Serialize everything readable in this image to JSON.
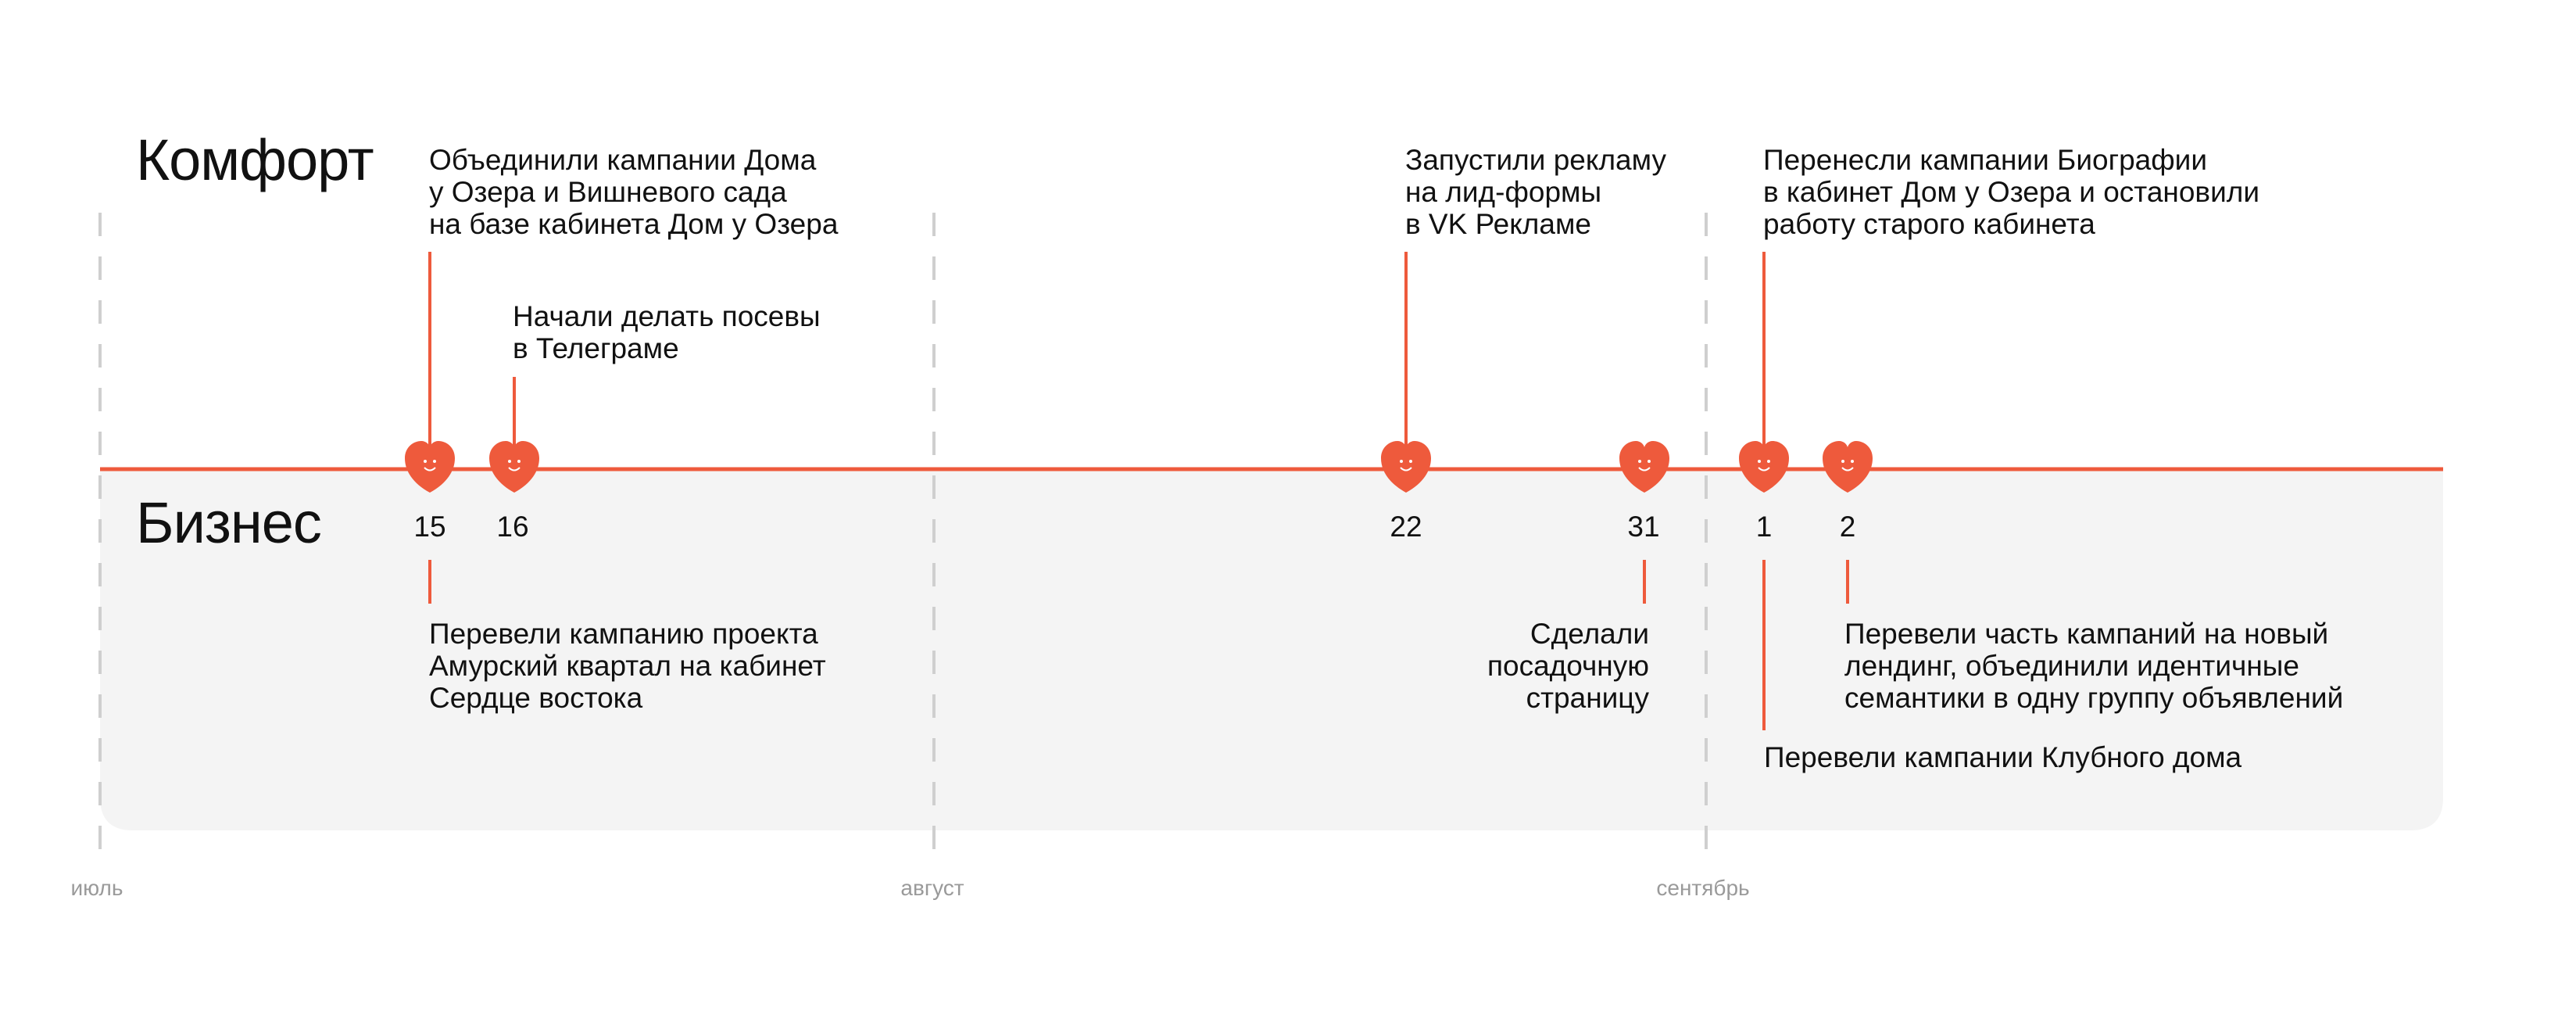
{
  "colors": {
    "accent": "#EE5A3C",
    "business_band": "#F4F4F4",
    "month_divider": "#CFCFCF",
    "text": "#111111",
    "month_text": "#9A9A9A"
  },
  "sections": {
    "comfort": "Комфорт",
    "business": "Бизнес"
  },
  "months": [
    "июль",
    "август",
    "сентябрь"
  ],
  "days": [
    "15",
    "16",
    "22",
    "31",
    "1",
    "2"
  ],
  "marker_icon": "heart-smiley-icon",
  "events_comfort": [
    "Объединили кампании Дома\nу Озера и Вишневого сада\nна базе кабинета Дом у Озера",
    "Начали делать посевы\nв Телеграме",
    "Запустили рекламу\nна лид-формы\nв VK Рекламе",
    "Перенесли кампании Биографии\nв кабинет Дом у Озера и остановили\nработу старого кабинета"
  ],
  "events_business": [
    "Перевели кампанию проекта\nАмурский квартал на кабинет\nСердце востока",
    "Сделали\nпосадочную\nстраницу",
    "Перевели кампании Клубного дома",
    "Перевели часть кампаний на новый\nлендинг, объединили идентичные\nсемантики в одну группу объявлений"
  ]
}
